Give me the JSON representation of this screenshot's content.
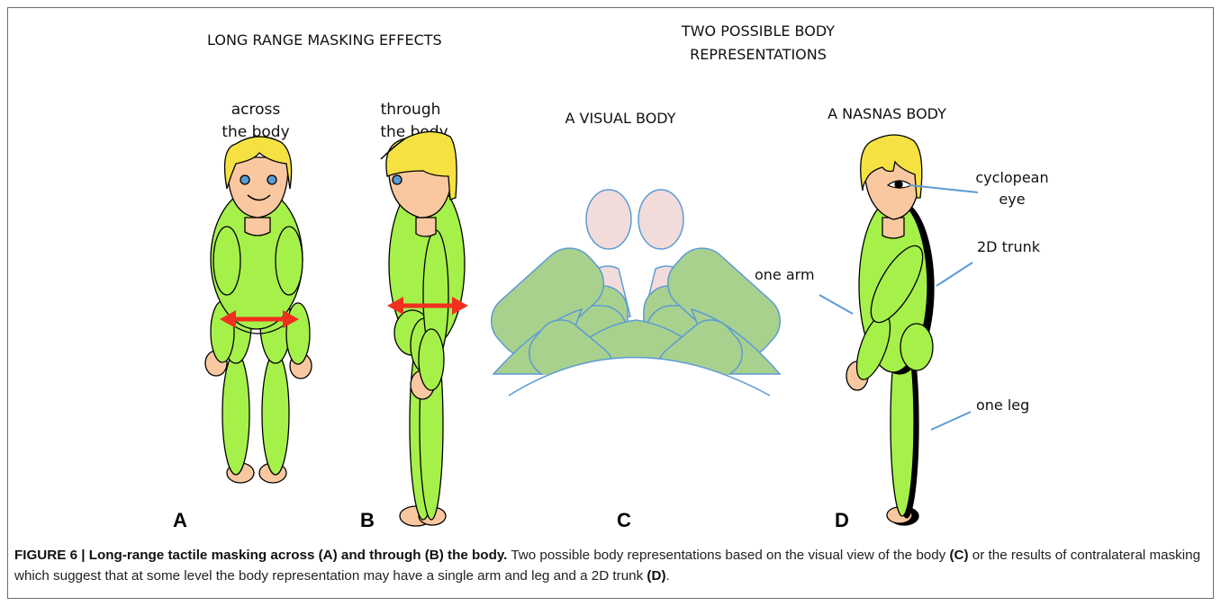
{
  "headings": {
    "masking": "LONG RANGE MASKING EFFECTS",
    "representations_line1": "TWO POSSIBLE BODY",
    "representations_line2": "REPRESENTATIONS"
  },
  "panel_titles": {
    "a_line1": "across",
    "a_line2": "the body",
    "b_line1": "through",
    "b_line2": "the body",
    "c": "A VISUAL BODY",
    "d": "A NASNAS BODY"
  },
  "annotations": {
    "cyclopean_line1": "cyclopean",
    "cyclopean_line2": "eye",
    "trunk": "2D trunk",
    "arm": "one arm",
    "leg": "one leg"
  },
  "panel_letters": {
    "a": "A",
    "b": "B",
    "c": "C",
    "d": "D"
  },
  "caption": {
    "label": "FIGURE 6 | Long-range tactile masking across (A) and through (B) the body.",
    "text_1": " Two possible body representations based on the visual view of the body ",
    "ref_c": "(C)",
    "text_2": " or the results of contralateral masking which suggest that at some level the body representation may have a single arm and leg and a 2D trunk ",
    "ref_d": "(D)",
    "text_3": "."
  },
  "colors": {
    "body_green": "#a6f04a",
    "visual_green": "#a9d18e",
    "skin": "#fac8a0",
    "hair": "#f5e142",
    "eye_blue": "#5b9bd5",
    "arrow_red": "#f0301e",
    "pointer_blue": "#5b9bd5",
    "pale_pink": "#f2dcdb"
  }
}
